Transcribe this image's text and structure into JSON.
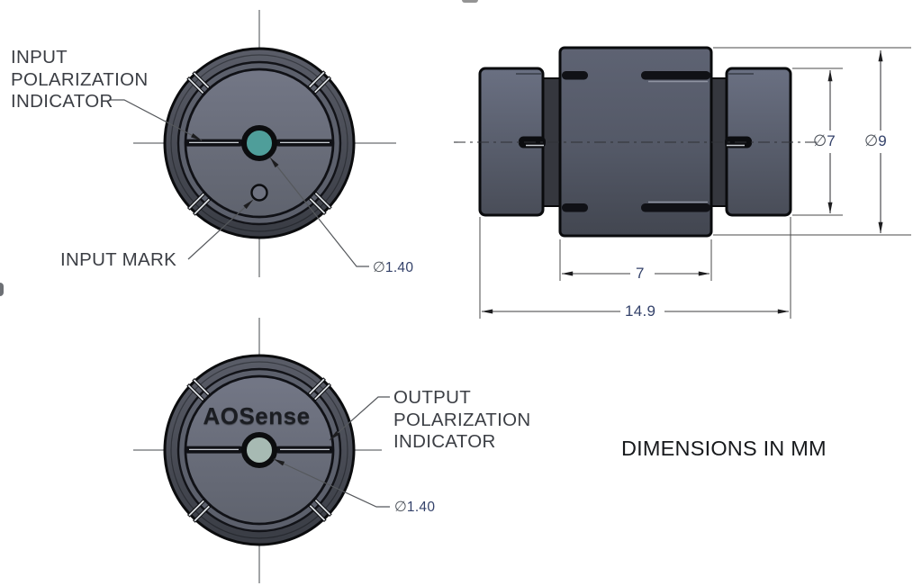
{
  "note": "DIMENSIONS IN MM",
  "colors": {
    "input_aperture": "#4f9e9a",
    "output_aperture": "#a7bab3",
    "body_gray": "#565b6a",
    "dim_value_text": "#34426a",
    "label_text": "#3b3e44"
  },
  "front_view": {
    "label_lines": [
      "INPUT",
      "POLARIZATION",
      "INDICATOR"
    ],
    "input_mark_label": "INPUT MARK",
    "aperture_dim": {
      "symbol": "∅",
      "value": "1.40"
    }
  },
  "bottom_view": {
    "label_lines": [
      "OUTPUT",
      "POLARIZATION",
      "INDICATOR"
    ],
    "brand": "AOSense",
    "aperture_dim": {
      "symbol": "∅",
      "value": "1.40"
    }
  },
  "side_view": {
    "dims": {
      "cap_diameter": {
        "symbol": "∅",
        "value": "7"
      },
      "body_diameter": {
        "symbol": "∅",
        "value": "9"
      },
      "body_length": {
        "value": "7"
      },
      "overall_length": {
        "value": "14.9"
      }
    }
  }
}
